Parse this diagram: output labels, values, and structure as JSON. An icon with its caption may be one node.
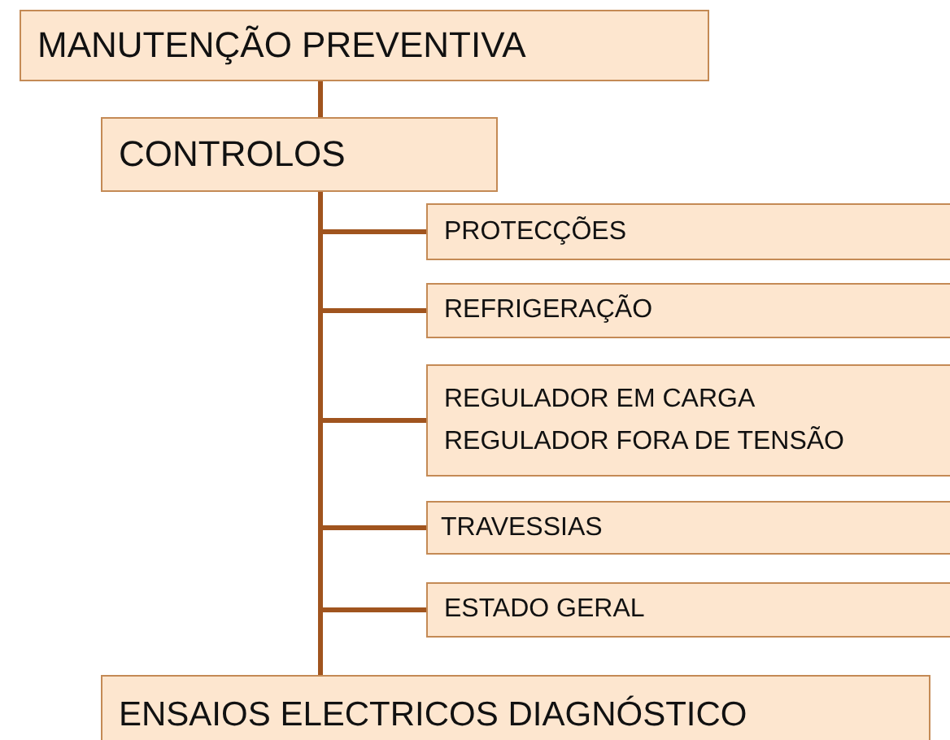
{
  "diagram": {
    "nodes": [
      {
        "text": [
          "MANUTENÇÃO PREVENTIVA"
        ]
      },
      {
        "text": [
          "CONTROLOS"
        ]
      },
      {
        "text": [
          "PROTECÇÕES"
        ]
      },
      {
        "text": [
          "REFRIGERAÇÃO"
        ]
      },
      {
        "text": [
          "REGULADOR EM CARGA",
          "REGULADOR FORA DE TENSÃO"
        ]
      },
      {
        "text": [
          "TRAVESSIAS"
        ]
      },
      {
        "text": [
          "ESTADO GERAL"
        ]
      },
      {
        "text": [
          "ENSAIOS ELECTRICOS DIAGNÓSTICO"
        ]
      }
    ],
    "edges": [
      {
        "from": 0,
        "to": 1,
        "arrow": "none"
      },
      {
        "from": 1,
        "to": 2,
        "arrow": "none"
      },
      {
        "from": 1,
        "to": 3,
        "arrow": "none"
      },
      {
        "from": 1,
        "to": 4,
        "arrow": "none"
      },
      {
        "from": 1,
        "to": 5,
        "arrow": "none"
      },
      {
        "from": 1,
        "to": 6,
        "arrow": "none"
      },
      {
        "from": 1,
        "to": 7,
        "arrow": "none"
      }
    ]
  }
}
